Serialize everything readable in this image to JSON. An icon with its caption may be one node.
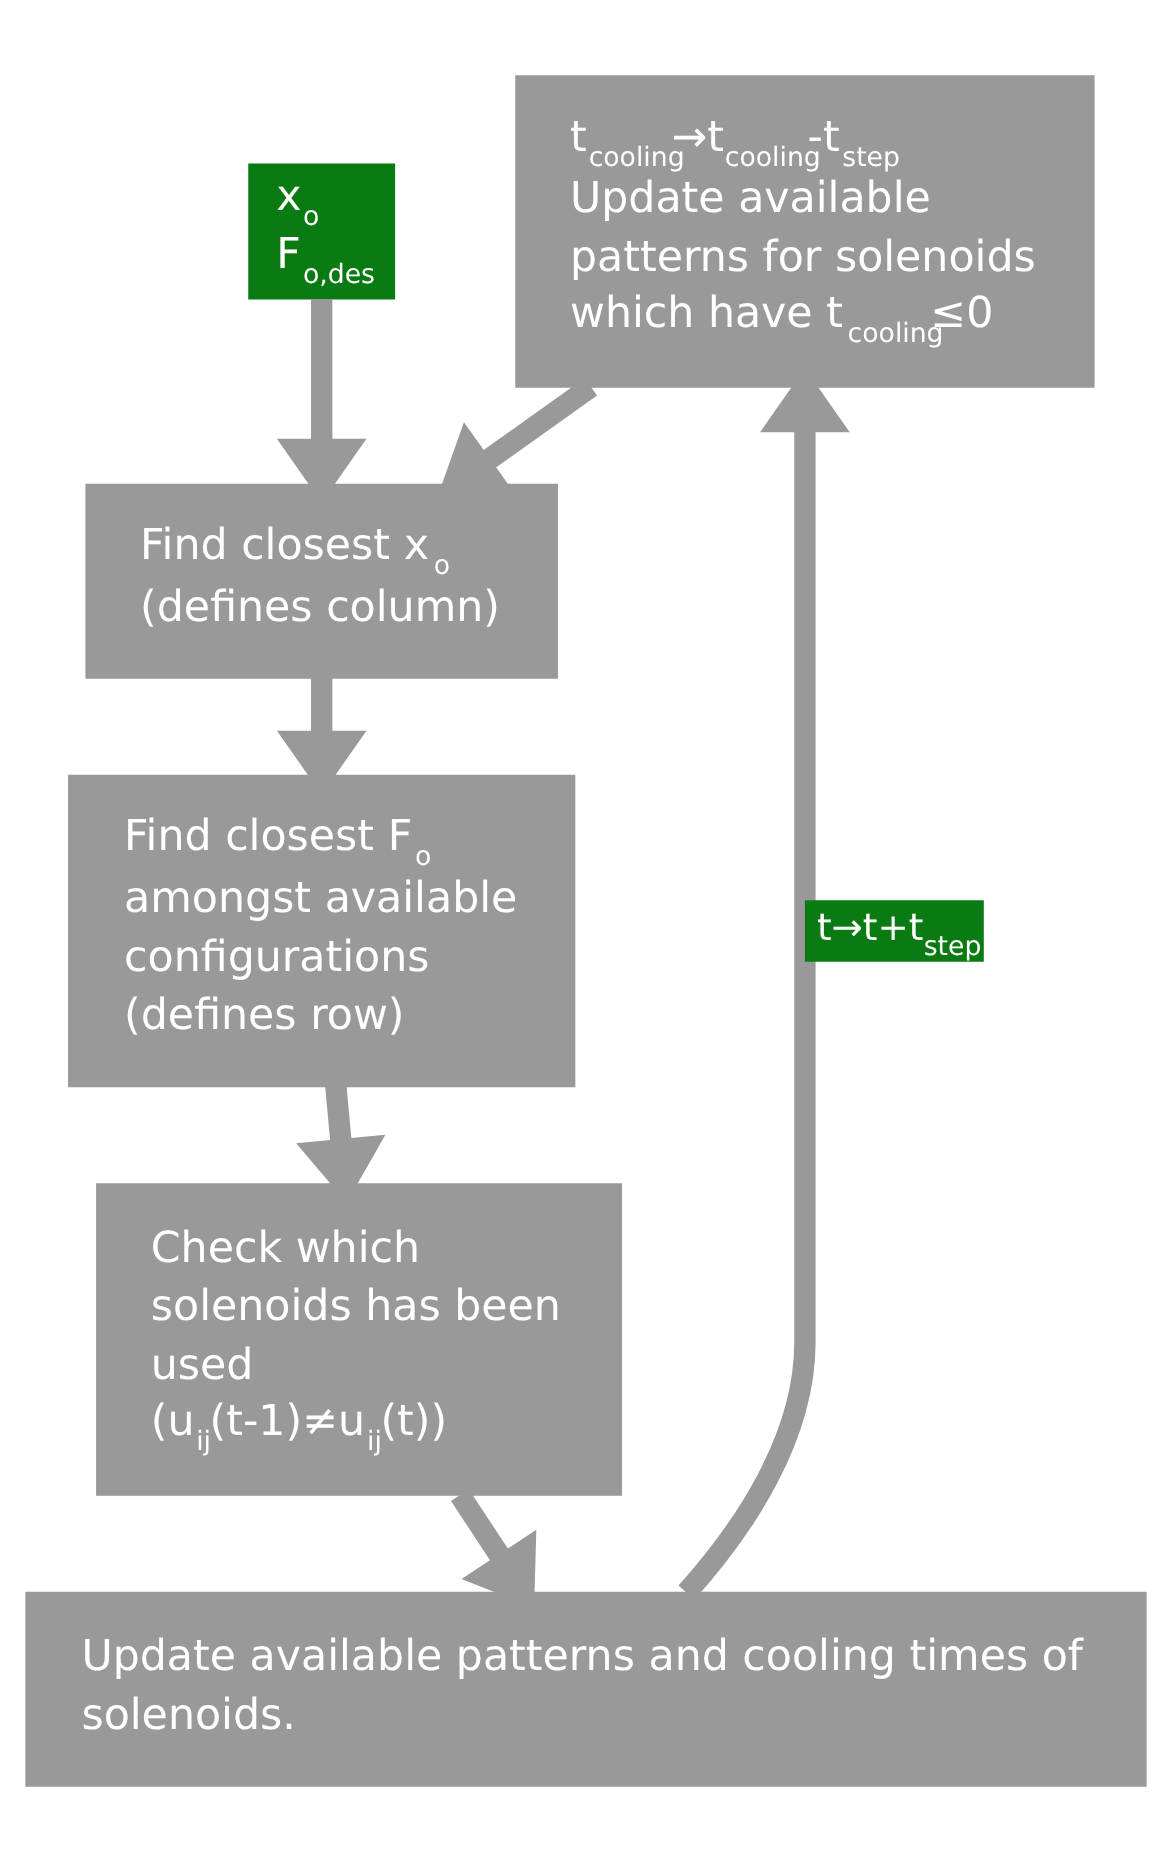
{
  "diagram": {
    "nodes": [
      {
        "text": [
          "x$_{o}$",
          "F$_{o,des}$"
        ]
      },
      {
        "text": [
          "Find closest x$_{o}$ (defines column)"
        ]
      },
      {
        "text": [
          "Find closest F$_{o}$ amongst available configurations (defines row)"
        ]
      },
      {
        "text": [
          "Check which solenoids has been used (u$_{ij}$(t-1)≠u$_{ij}$(t))"
        ]
      },
      {
        "text": [
          "Update available patterns and cooling times of solenoids."
        ]
      },
      {
        "text": [
          "t$_{cooling}$→t$_{cooling}$-t$_{step}$",
          "Update available patterns for solenoids which have t$_{cooling}$≤0"
        ]
      }
    ],
    "edges": [
      {
        "from": 0,
        "to": 1,
        "arrow": "to"
      },
      {
        "from": 5,
        "to": 1,
        "arrow": "to"
      },
      {
        "from": 1,
        "to": 2,
        "arrow": "to"
      },
      {
        "from": 2,
        "to": 3,
        "arrow": "to"
      },
      {
        "from": 3,
        "to": 4,
        "arrow": "to"
      },
      {
        "from": 4,
        "to": 5,
        "label": "t→t+t$_{step}$",
        "arrow": "to"
      }
    ]
  }
}
